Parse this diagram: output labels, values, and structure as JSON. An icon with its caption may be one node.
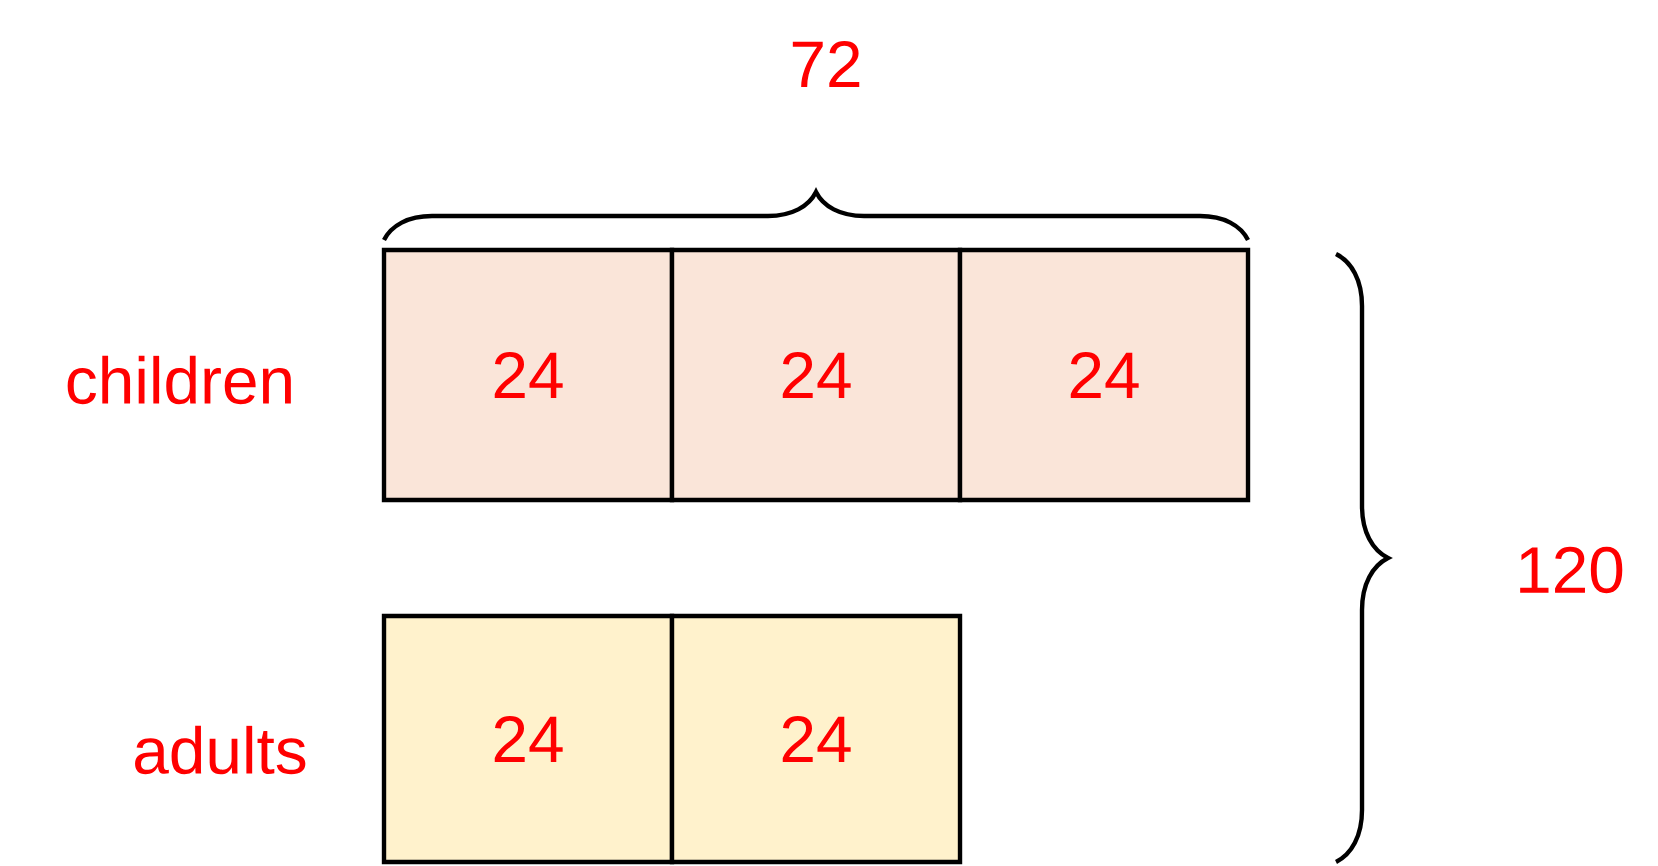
{
  "diagram": {
    "nodes": [
      {
        "text": [
          "24"
        ]
      },
      {
        "text": [
          "24"
        ]
      },
      {
        "text": [
          "24"
        ]
      },
      {
        "text": [
          "24"
        ]
      },
      {
        "text": [
          "24"
        ]
      }
    ],
    "labels": [
      "72",
      "children",
      "120",
      "adults"
    ]
  }
}
